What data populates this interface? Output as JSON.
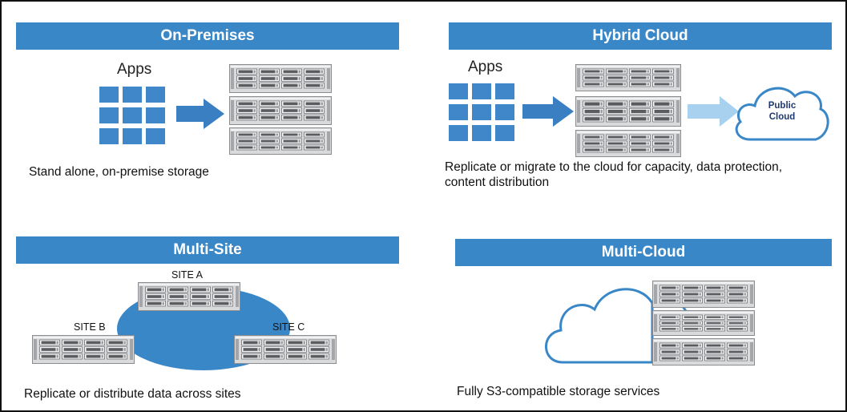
{
  "panels": {
    "on_premises": {
      "title": "On-Premises",
      "apps_label": "Apps",
      "caption": "Stand alone, on-premise storage"
    },
    "hybrid_cloud": {
      "title": "Hybrid Cloud",
      "apps_label": "Apps",
      "cloud_label_line1": "Public",
      "cloud_label_line2": "Cloud",
      "caption_line1": "Replicate or migrate to the cloud for capacity, data protection,",
      "caption_line2": "content distribution"
    },
    "multi_site": {
      "title": "Multi-Site",
      "site_a": "SITE A",
      "site_b": "SITE B",
      "site_c": "SITE C",
      "caption": "Replicate or distribute data across sites"
    },
    "multi_cloud": {
      "title": "Multi-Cloud",
      "caption": "Fully S3-compatible storage services"
    }
  },
  "colors": {
    "header_blue": "#3a87c8",
    "app_tile_blue": "#3f87c8",
    "arrow_blue": "#3a7fc1",
    "arrow_light_blue": "#a7d1ee",
    "cloud_outline": "#3a87c8",
    "site_ellipse": "#3a87c8"
  },
  "icons": [
    "apps-grid-icon",
    "server-rack-icon",
    "arrow-right-icon",
    "cloud-icon"
  ]
}
